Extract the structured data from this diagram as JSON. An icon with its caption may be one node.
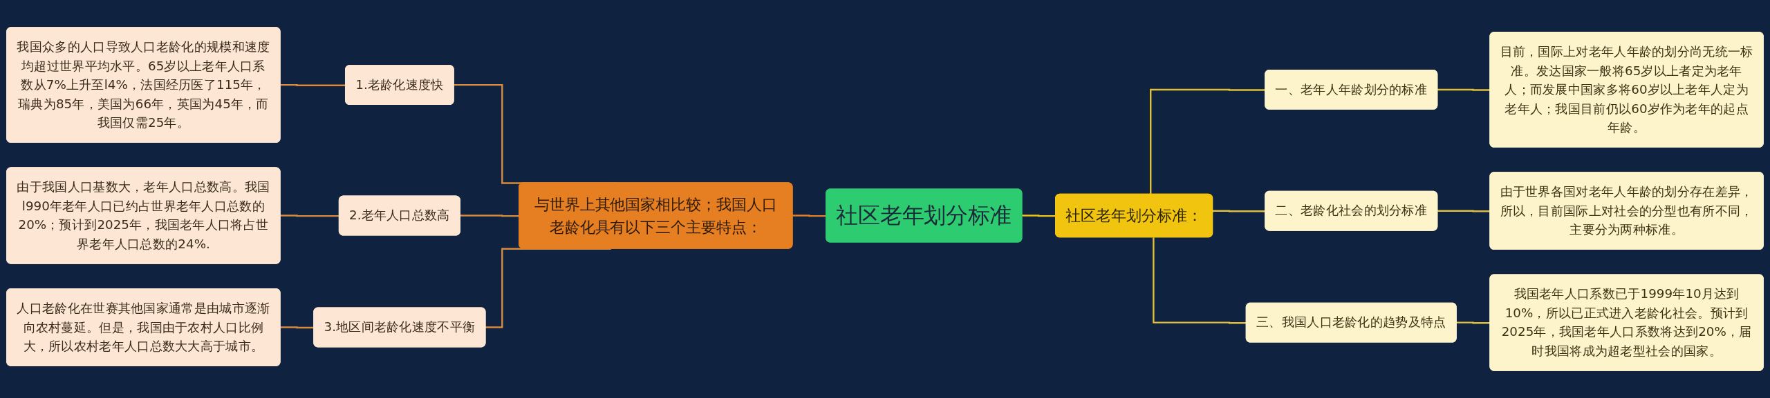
{
  "diagram": {
    "nodes": [
      {
        "text": [
          "社区老年划分标准"
        ]
      },
      {
        "text": [
          "与世界上其他国家相比较；我国人口老龄化具有以下三个主要特点："
        ]
      },
      {
        "text": [
          "1.老龄化速度快"
        ]
      },
      {
        "text": [
          "2.老年人口总数高"
        ]
      },
      {
        "text": [
          "3.地区间老龄化速度不平衡"
        ]
      },
      {
        "text": [
          "我国众多的人口导致人口老龄化的规模和速度均超过世界平均水平。65岁以上老年人口系数从7%上升至l4%，法国经历医了115年，瑞典为85年，美国为66年，英国为45年，而我国仅需25年。"
        ]
      },
      {
        "text": [
          "由于我国人口基数大，老年人口总数高。我国l990年老年人口已约占世界老年人口总数的20%；预计到2025年，我国老年人口将占世界老年人口总数的24%."
        ]
      },
      {
        "text": [
          "人口老龄化在世赛其他国家通常是由城市逐渐向农村蔓延。但是，我国由于农村人口比例大，所以农村老年人口总数大大高于城市。"
        ]
      },
      {
        "text": [
          "社区老年划分标准："
        ]
      },
      {
        "text": [
          "一、老年人年龄划分的标准"
        ]
      },
      {
        "text": [
          "二、老龄化社会的划分标准"
        ]
      },
      {
        "text": [
          "三、我国人口老龄化的趋势及特点"
        ]
      },
      {
        "text": [
          "目前，国际上对老年人年龄的划分尚无统一标准。发达国家一般将65岁以上者定为老年人；而发展中国家多将60岁以上老年人定为老年人；我国目前仍以60岁作为老年的起点年龄。"
        ]
      },
      {
        "text": [
          "由于世界各国对老年人年龄的划分存在差异，所以，目前国际上对社会的分型也有所不同，主要分为两种标准。"
        ]
      },
      {
        "text": [
          "我国老年人口系数已于1999年10月达到10%，所以已正式进入老龄化社会。预计到2025年，我国老年人口系数将达到20%，届时我国将成为超老型社会的国家。"
        ]
      }
    ],
    "edges": [
      {
        "from": 5,
        "to": 2,
        "arrow": "none",
        "color": "#d98a3d"
      },
      {
        "from": 6,
        "to": 3,
        "arrow": "none",
        "color": "#d98a3d"
      },
      {
        "from": 7,
        "to": 4,
        "arrow": "none",
        "color": "#d98a3d"
      },
      {
        "from": 2,
        "to": 1,
        "arrow": "none",
        "color": "#d98a3d"
      },
      {
        "from": 3,
        "to": 1,
        "arrow": "none",
        "color": "#d98a3d"
      },
      {
        "from": 4,
        "to": 1,
        "arrow": "none",
        "color": "#d98a3d"
      },
      {
        "from": 1,
        "to": 0,
        "arrow": "none",
        "color": "#e67e22"
      },
      {
        "from": 0,
        "to": 8,
        "arrow": "none",
        "color": "#f1c40f"
      },
      {
        "from": 8,
        "to": 9,
        "arrow": "none",
        "color": "#e2bf3a"
      },
      {
        "from": 8,
        "to": 10,
        "arrow": "none",
        "color": "#e2bf3a"
      },
      {
        "from": 8,
        "to": 11,
        "arrow": "none",
        "color": "#e2bf3a"
      },
      {
        "from": 9,
        "to": 12,
        "arrow": "none",
        "color": "#e2bf3a"
      },
      {
        "from": 10,
        "to": 13,
        "arrow": "none",
        "color": "#e2bf3a"
      },
      {
        "from": 11,
        "to": 14,
        "arrow": "none",
        "color": "#e2bf3a"
      }
    ]
  }
}
